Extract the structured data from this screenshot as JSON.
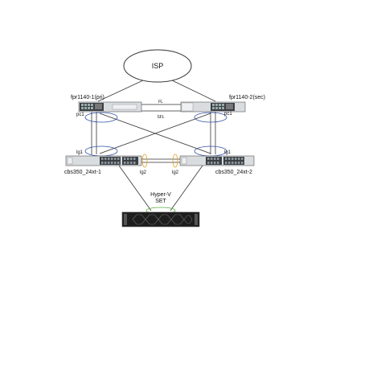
{
  "labels": {
    "isp": "ISP",
    "fpr_pri": "fpr1140-1(pri)",
    "fpr_sec": "fpr1140-2(sec)",
    "fl": "FL",
    "sfl": "SFL",
    "pc1_left": "pc1",
    "pc1_right": "pc1",
    "lg1_left": "lg1",
    "lg1_right": "lg1",
    "lg2_left": "lg2",
    "lg2_right": "lg2",
    "switch_left": "cbs350_24xt-1",
    "switch_right": "cbs350_24xt-2",
    "hyperv": "Hyper-V",
    "set": "SET"
  },
  "colors": {
    "line": "#333333",
    "lag_circle": "#2f4fa8",
    "lag2_circle": "#e0a020",
    "set_circle": "#58b040",
    "device_body": "#d9dde0",
    "device_dark": "#3a3f44",
    "server_body": "#1e1e1e"
  }
}
